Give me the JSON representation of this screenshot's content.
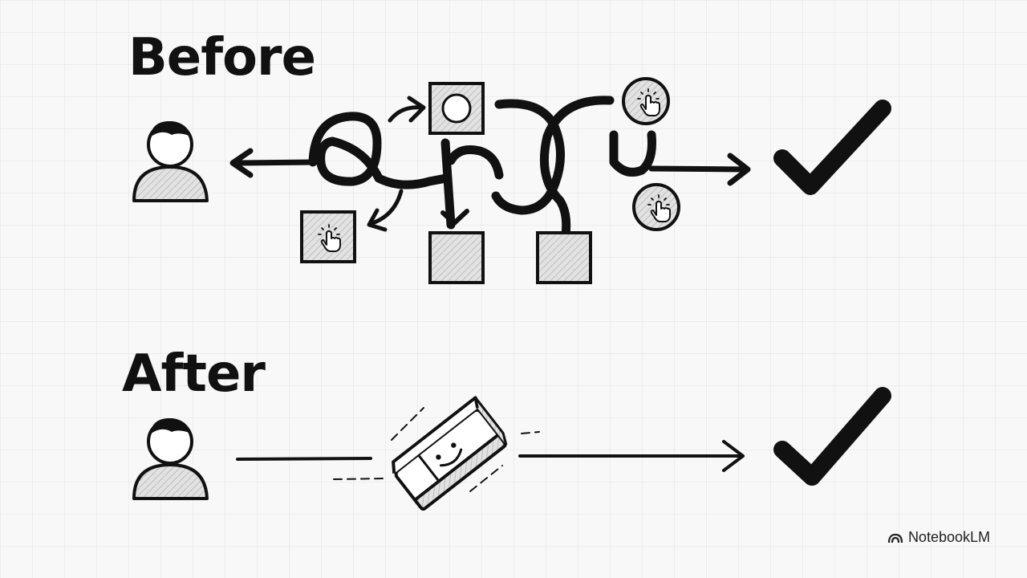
{
  "headings": {
    "before": "Before",
    "after": "After"
  },
  "brand": {
    "label": "NotebookLM",
    "icon": "notebooklm-logo-icon"
  },
  "icons": {
    "user": "user-icon",
    "check": "checkmark-icon",
    "tap": "hand-tap-icon",
    "eraser": "smiling-eraser-icon"
  },
  "colors": {
    "ink": "#111111",
    "fill": "#dcdcdc",
    "paper": "#f8f8f8"
  }
}
